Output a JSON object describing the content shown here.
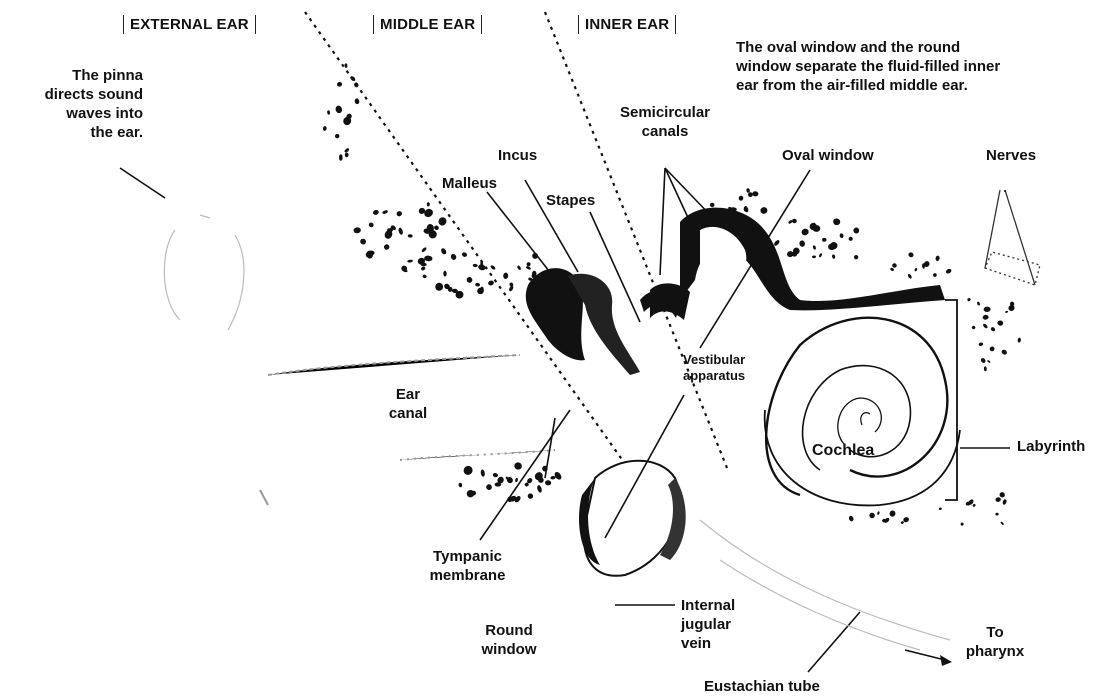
{
  "sections": {
    "external": "EXTERNAL EAR",
    "middle": "MIDDLE EAR",
    "inner": "INNER EAR"
  },
  "pinna_note": {
    "line1_pre": "The ",
    "line1_em": "pinna",
    "line2": "directs sound",
    "line3": "waves into",
    "line4": "the ear."
  },
  "window_note": {
    "line1_pre": "The ",
    "line1_em1": "oval window",
    "line1_mid": " and the ",
    "line1_em2": "round",
    "line2_em": "window",
    "line2_rest": " separate the fluid-filled inner",
    "line3": "ear from the air-filled middle ear."
  },
  "labels": {
    "semicircular_1": "Semicircular",
    "semicircular_2": "canals",
    "incus": "Incus",
    "malleus": "Malleus",
    "stapes": "Stapes",
    "oval_window": "Oval window",
    "nerves": "Nerves",
    "vestibular_1": "Vestibular",
    "vestibular_2": "apparatus",
    "ear_canal_1": "Ear",
    "ear_canal_2": "canal",
    "cochlea": "Cochlea",
    "labyrinth": "Labyrinth",
    "tympanic_1": "Tympanic",
    "tympanic_2": "membrane",
    "round_window_1": "Round",
    "round_window_2": "window",
    "jugular_1": "Internal",
    "jugular_2": "jugular",
    "jugular_3": "vein",
    "pharynx_1": "To",
    "pharynx_2": "pharynx",
    "eustachian": "Eustachian tube"
  }
}
